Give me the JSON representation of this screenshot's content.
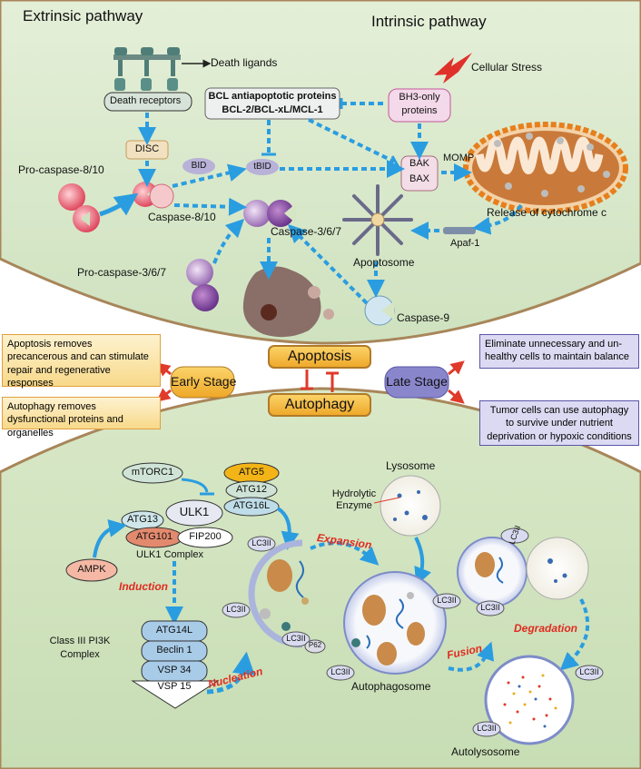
{
  "headers": {
    "extrinsic": "Extrinsic pathway",
    "intrinsic": "Intrinsic pathway"
  },
  "apoptosis_panel": {
    "death_ligands": "Death ligands",
    "death_receptors": "Death receptors",
    "cellular_stress": "Cellular Stress",
    "bcl_line1": "BCL antiapoptotic proteins",
    "bcl_line2": "BCL-2/BCL-xL/MCL-1",
    "bh3_line1": "BH3-only",
    "bh3_line2": "proteins",
    "disc": "DISC",
    "bid": "BID",
    "tbid": "tBID",
    "bak": "BAK",
    "bax": "BAX",
    "momp": "MOMP",
    "pro_caspase_8_10": "Pro-caspase-8/10",
    "caspase_8_10": "Caspase-8/10",
    "caspase_3_6_7": "Caspase-3/6/7",
    "pro_caspase_3_6_7": "Pro-caspase-3/6/7",
    "release_cytochrome": "Release of cytochrome c",
    "apaf1": "Apaf-1",
    "apoptosome": "Apoptosome",
    "caspase_9": "Caspase-9"
  },
  "center": {
    "apoptosis": "Apoptosis",
    "autophagy": "Autophagy",
    "early_stage": "Early Stage",
    "late_stage": "Late Stage",
    "early_box1": "Apoptosis removes precancerous and can stimulate repair and regenerative responses",
    "early_box2": "Autophagy removes dysfunctional proteins and organelles",
    "late_box1": "Eliminate unnecessary and un-healthy cells to maintain balance",
    "late_box2": "Tumor cells can use autophagy to survive under nutrient deprivation or hypoxic conditions"
  },
  "autophagy_panel": {
    "mtorc1": "mTORC1",
    "ulk1": "ULK1",
    "atg13": "ATG13",
    "atg101": "ATG101",
    "fip200": "FIP200",
    "ulk1_complex": "ULK1 Complex",
    "ampk": "AMPK",
    "induction": "Induction",
    "atg14l": "ATG14L",
    "beclin1": "Beclin 1",
    "vsp34": "VSP 34",
    "vsp15": "VSP 15",
    "pi3k_line1": "Class III PI3K",
    "pi3k_line2": "Complex",
    "nucleation": "Nucleation",
    "atg5": "ATG5",
    "atg12": "ATG12",
    "atg16l": "ATG16L",
    "lc3ii": "LC3II",
    "p62": "P62",
    "expansion": "Expansion",
    "lysosome": "Lysosome",
    "hydrolytic_enzyme": "Hydrolytic Enzyme",
    "autophagosome": "Autophagosome",
    "fusion": "Fusion",
    "degradation": "Degradation",
    "autolysosome": "Autolysosome"
  },
  "colors": {
    "arrow_blue": "#2a9de0",
    "inhibit_red": "#e03a2a",
    "cell_green": "#d6e6c4",
    "membrane_brown": "#a8865a",
    "stage_orange": "#f2b73a",
    "late_purple": "#8a86cc"
  }
}
